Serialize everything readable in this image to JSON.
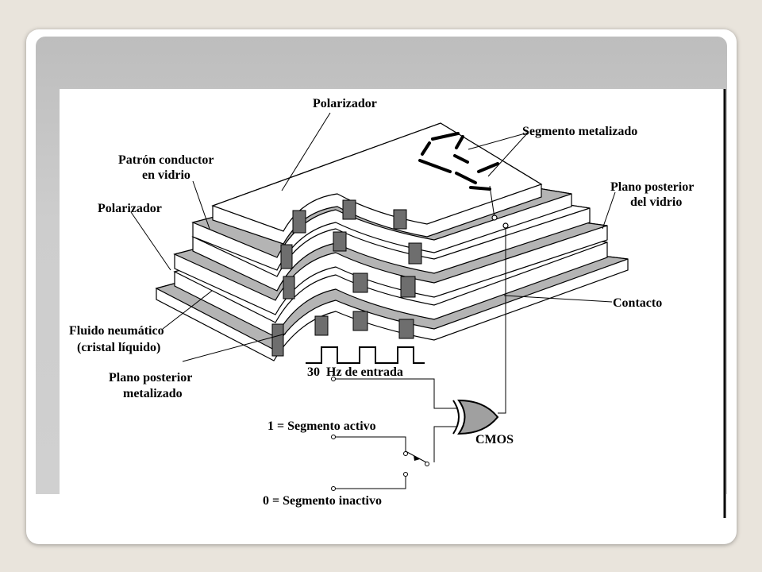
{
  "labels": {
    "polarizador_top": "Polarizador",
    "segmento_metalizado": "Segmento metalizado",
    "patron_conductor_1": "Patrón conductor",
    "patron_conductor_2": "en vidrio",
    "plano_posterior_vidrio_1": "Plano posterior",
    "plano_posterior_vidrio_2": "del vidrio",
    "polarizador_left": "Polarizador",
    "contacto": "Contacto",
    "fluido_1": "Fluido neumático",
    "fluido_2": "(cristal líquido)",
    "plano_metalizado_1": "Plano posterior",
    "plano_metalizado_2": "metalizado",
    "hz_entrada": "30  Hz de entrada",
    "segmento_activo": "1 = Segmento activo",
    "cmos": "CMOS",
    "segmento_inactivo": "0 = Segmento inactivo"
  },
  "colors": {
    "background": "#e9e4dc",
    "header": "#c8c8c8",
    "layer_white": "#ffffff",
    "layer_gray": "#b4b4b4",
    "dark_block": "#6e6e6e"
  }
}
